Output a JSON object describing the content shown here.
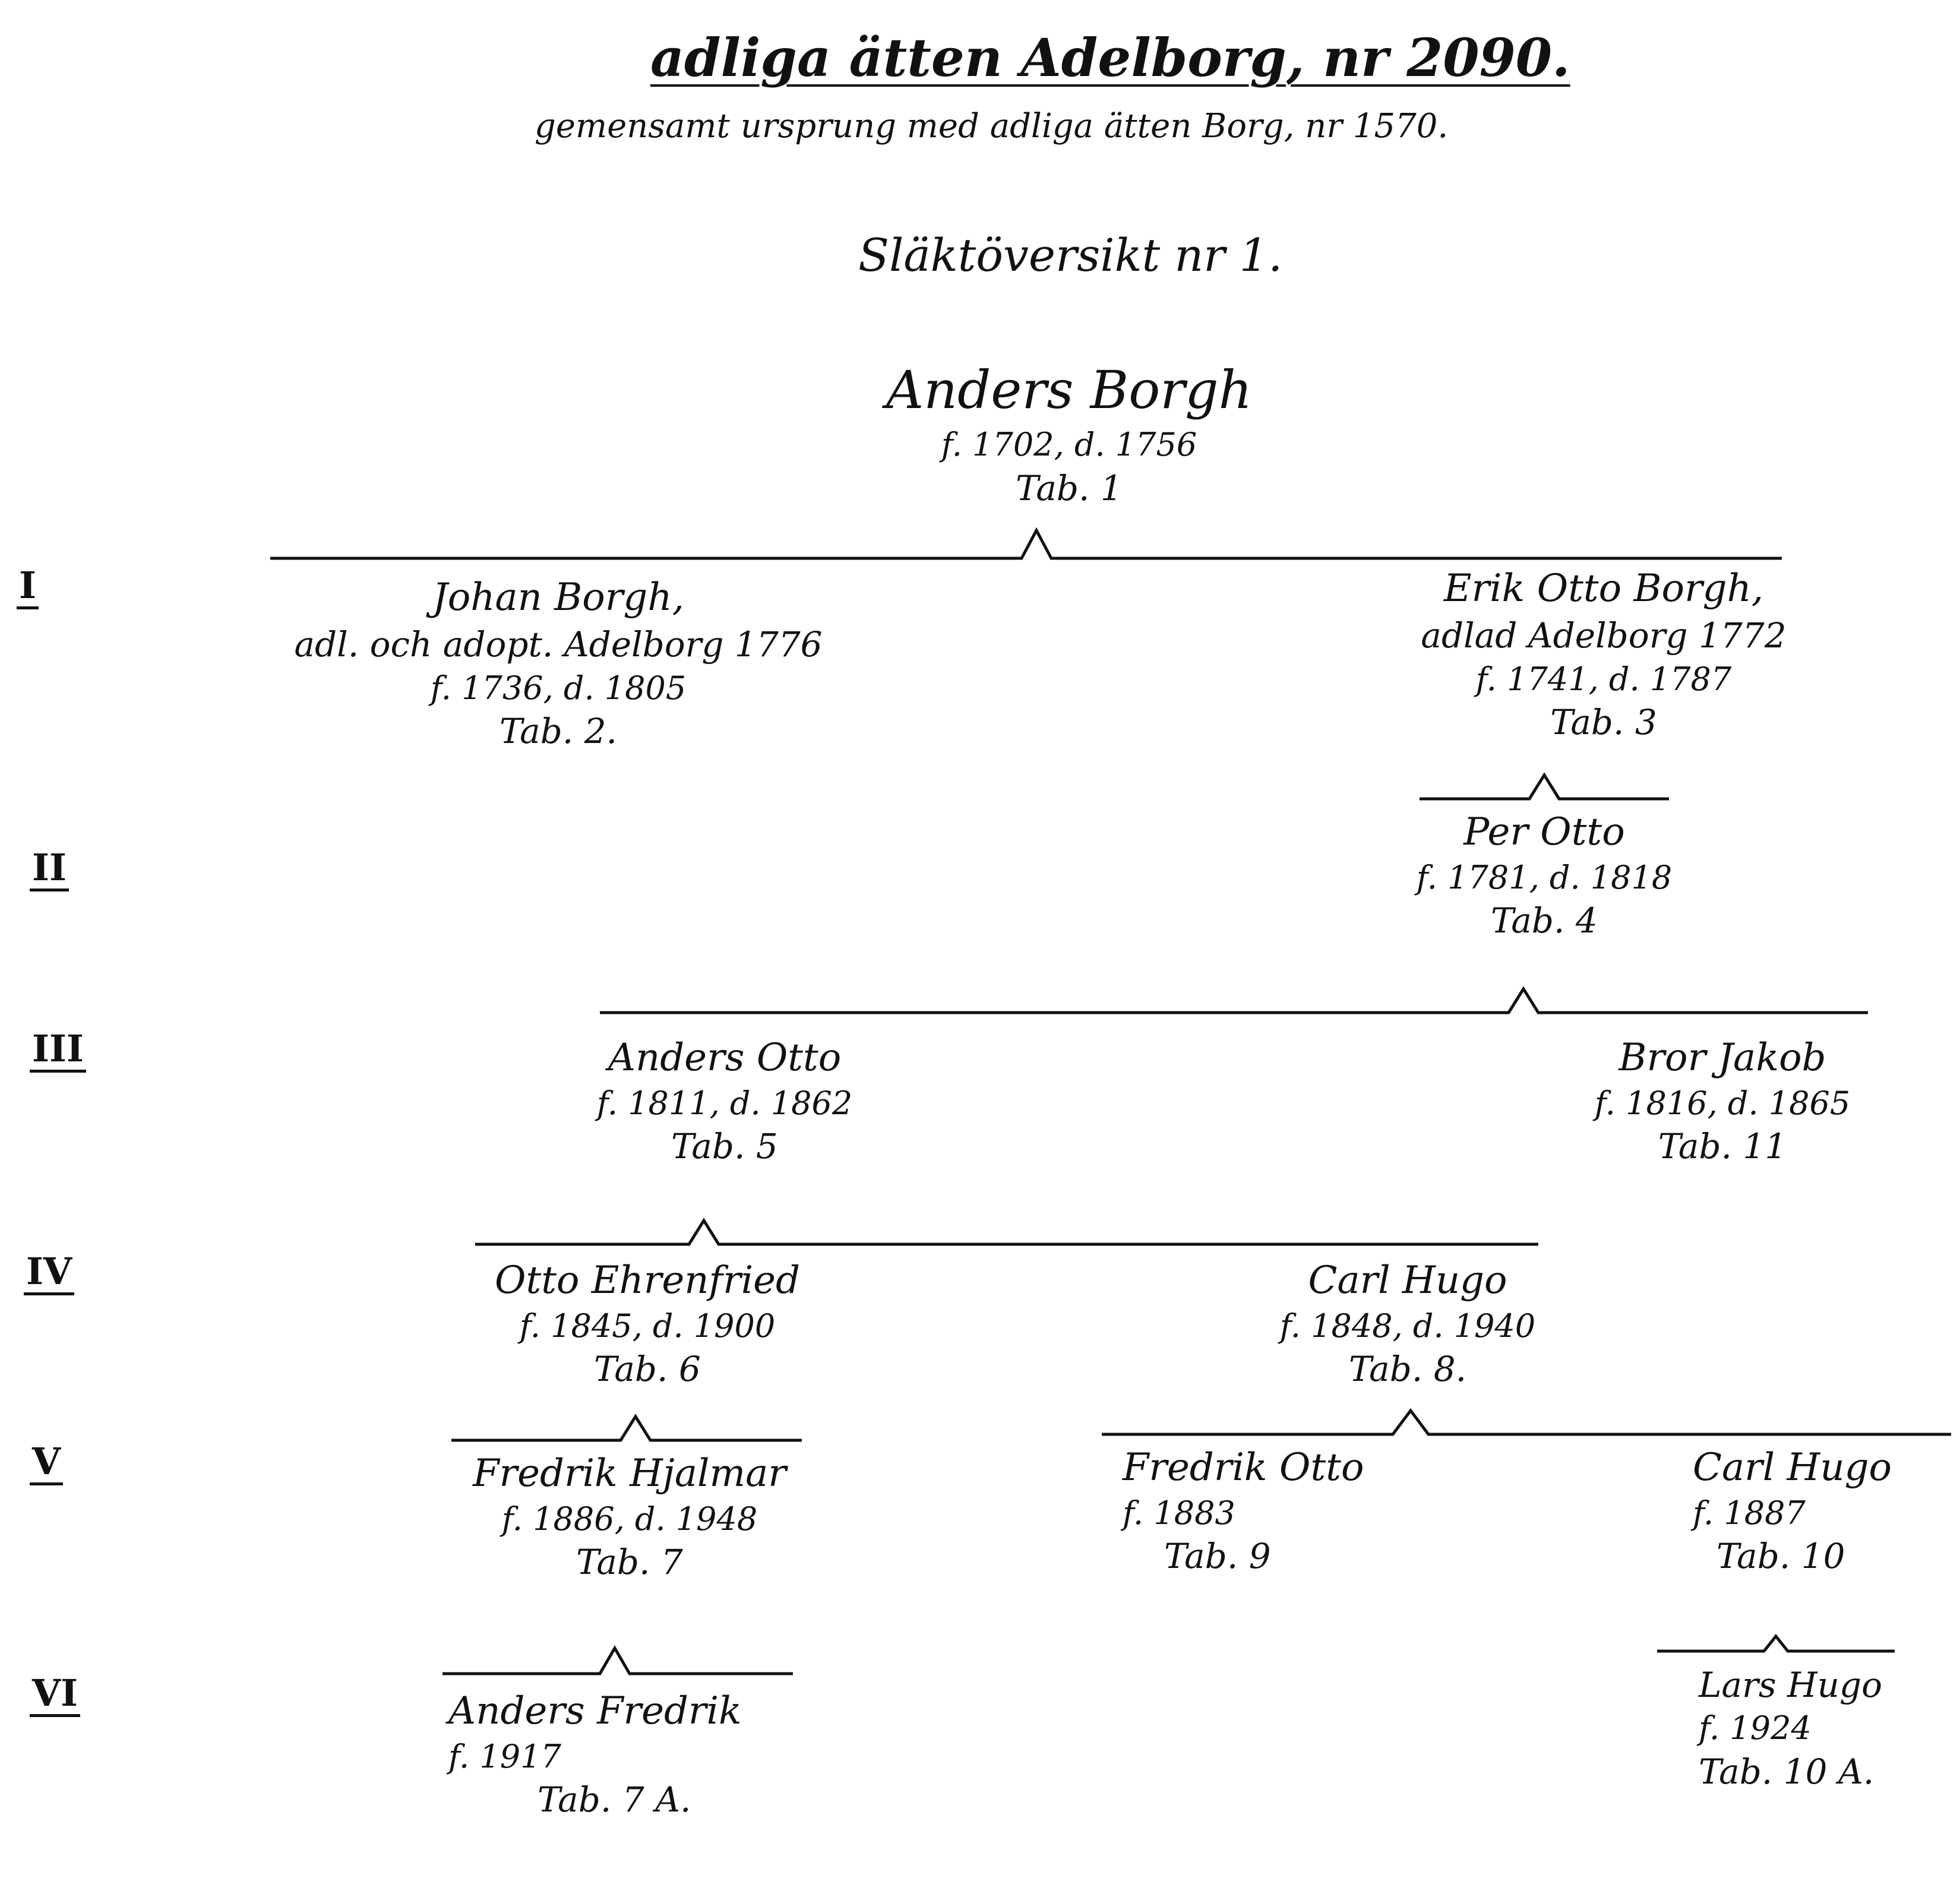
{
  "header": {
    "title": "adliga ätten Adelborg, nr 2090.",
    "subtitle": "gemensamt ursprung med adliga ätten Borg, nr 1570.",
    "overview": "Släktöversikt nr 1."
  },
  "generations": [
    "I",
    "II",
    "III",
    "IV",
    "V",
    "VI"
  ],
  "persons": {
    "root": {
      "name": "Anders Borgh",
      "dates": "f. 1702, d. 1756",
      "tab": "Tab. 1"
    },
    "johan": {
      "name": "Johan Borgh,",
      "note": "adl. och adopt. Adelborg 1776",
      "dates": "f. 1736, d. 1805",
      "tab": "Tab. 2."
    },
    "erik": {
      "name": "Erik Otto Borgh,",
      "note": "adlad Adelborg 1772",
      "dates": "f. 1741, d. 1787",
      "tab": "Tab. 3"
    },
    "per": {
      "name": "Per Otto",
      "dates": "f. 1781, d. 1818",
      "tab": "Tab. 4"
    },
    "anders_otto": {
      "name": "Anders Otto",
      "dates": "f. 1811, d. 1862",
      "tab": "Tab. 5"
    },
    "bror": {
      "name": "Bror Jakob",
      "dates": "f. 1816, d. 1865",
      "tab": "Tab. 11"
    },
    "otto_e": {
      "name": "Otto Ehrenfried",
      "dates": "f. 1845, d. 1900",
      "tab": "Tab. 6"
    },
    "carl_hugo_1": {
      "name": "Carl Hugo",
      "dates": "f. 1848, d. 1940",
      "tab": "Tab. 8."
    },
    "fredrik_h": {
      "name": "Fredrik Hjalmar",
      "dates": "f. 1886, d. 1948",
      "tab": "Tab. 7"
    },
    "fredrik_o": {
      "name": "Fredrik Otto",
      "dates": "f. 1883",
      "tab": "Tab. 9"
    },
    "carl_hugo_2": {
      "name": "Carl Hugo",
      "dates": "f. 1887",
      "tab": "Tab. 10"
    },
    "anders_f": {
      "name": "Anders Fredrik",
      "dates": "f. 1917",
      "tab": "Tab. 7 A."
    },
    "lars_hugo": {
      "name": "Lars Hugo",
      "dates": "f. 1924",
      "tab": "Tab. 10 A."
    }
  }
}
